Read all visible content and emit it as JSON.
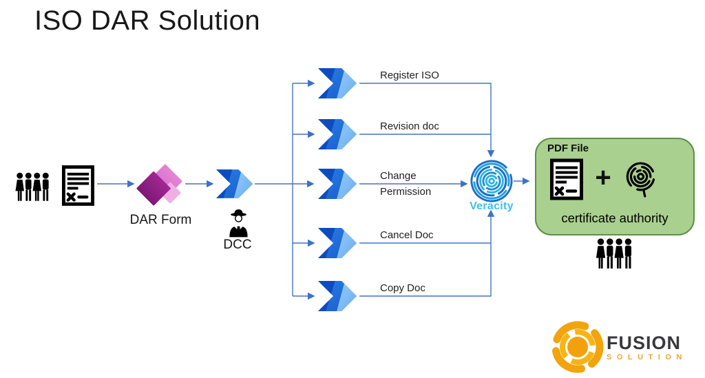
{
  "title": "ISO DAR Solution",
  "flow": {
    "dar_form_label": "DAR Form",
    "dcc_label": "DCC",
    "branches": [
      {
        "label": "Register ISO"
      },
      {
        "label": "Revision doc"
      },
      {
        "label": "Change Permission"
      },
      {
        "label": "Cancel Doc"
      },
      {
        "label": "Copy Doc"
      }
    ],
    "veracity_label": "Veracity"
  },
  "output": {
    "header": "PDF File",
    "plus_sign": "+",
    "caption": "certificate authority"
  },
  "branding": {
    "name": "FUSION",
    "subname": "SOLUTION"
  },
  "icons": {
    "requesters": "people-group-icon",
    "request_document": "document-x-icon",
    "dar_form": "power-apps-icon",
    "workflow": "power-automate-icon",
    "dcc_reviewer": "detective-icon",
    "verification_service": "veracity-spiral-icon",
    "signed_pdf": "document-x-icon",
    "digital_signature": "fingerprint-icon",
    "brand_mark": "fusion-swirl-icon"
  },
  "colors": {
    "connector": "#4472C4",
    "power_apps": "#B63BAB",
    "power_automate": "#2272DE",
    "veracity": "#3CBFEC",
    "output_box_fill": "#A9D08E",
    "output_box_border": "#5E8F43",
    "brand_orange": "#F2A511",
    "brand_text": "#39393B"
  }
}
